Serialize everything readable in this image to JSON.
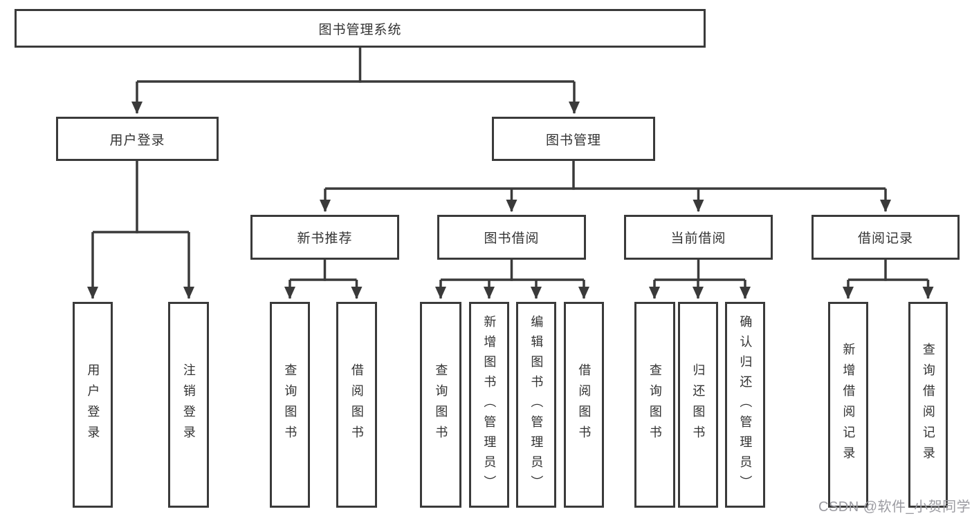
{
  "diagram": {
    "type": "tree",
    "title": "图书管理系统",
    "watermark": "CSDN @软件_小贺同学",
    "colors": {
      "line": "#3a3a3a",
      "box_border": "#3a3a3a",
      "box_fill": "#ffffff",
      "text": "#333333",
      "watermark": "#9b9ba1",
      "background": "#ffffff"
    },
    "root": {
      "label": "图书管理系统"
    },
    "level2": [
      {
        "label": "用户登录",
        "parent": "图书管理系统"
      },
      {
        "label": "图书管理",
        "parent": "图书管理系统"
      }
    ],
    "level3": [
      {
        "label": "新书推荐",
        "parent": "图书管理"
      },
      {
        "label": "图书借阅",
        "parent": "图书管理"
      },
      {
        "label": "当前借阅",
        "parent": "图书管理"
      },
      {
        "label": "借阅记录",
        "parent": "图书管理"
      }
    ],
    "leaves": [
      {
        "label": "用户登录",
        "parent": "用户登录"
      },
      {
        "label": "注销登录",
        "parent": "用户登录"
      },
      {
        "label": "查询图书",
        "parent": "新书推荐"
      },
      {
        "label": "借阅图书",
        "parent": "新书推荐"
      },
      {
        "label": "查询图书",
        "parent": "图书借阅"
      },
      {
        "label": "新增图书（管理员）",
        "parent": "图书借阅"
      },
      {
        "label": "编辑图书（管理员）",
        "parent": "图书借阅"
      },
      {
        "label": "借阅图书",
        "parent": "图书借阅"
      },
      {
        "label": "查询图书",
        "parent": "当前借阅"
      },
      {
        "label": "归还图书",
        "parent": "当前借阅"
      },
      {
        "label": "确认归还（管理员）",
        "parent": "当前借阅"
      },
      {
        "label": "新增借阅记录",
        "parent": "借阅记录"
      },
      {
        "label": "查询借阅记录",
        "parent": "借阅记录"
      }
    ]
  }
}
